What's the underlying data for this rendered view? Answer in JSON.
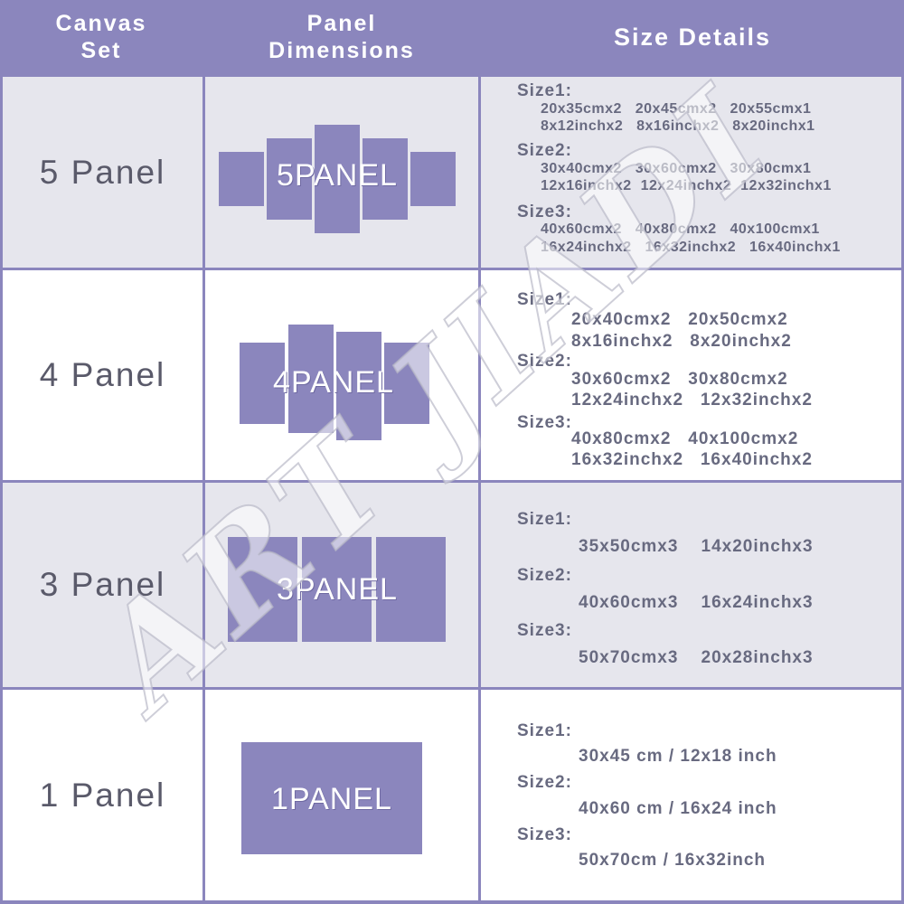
{
  "header": {
    "col1": [
      "Canvas",
      "Set"
    ],
    "col2": [
      "Panel",
      "Dimensions"
    ],
    "col3": "Size  Details"
  },
  "rows": [
    {
      "label": "5 Panel",
      "panel_text": "5PANEL",
      "details": [
        {
          "title": "Size1:",
          "lines": [
            "20x35cmx2   20x45cmx2   20x55cmx1",
            "8x12inchx2   8x16inchx2   8x20inchx1"
          ]
        },
        {
          "title": "Size2:",
          "lines": [
            "30x40cmx2   30x60cmx2   30x80cmx1",
            "12x16inchx2  12x24inchx2  12x32inchx1"
          ]
        },
        {
          "title": "Size3:",
          "lines": [
            "40x60cmx2   40x80cmx2   40x100cmx1",
            "16x24inchx2   16x32inchx2   16x40inchx1"
          ]
        }
      ]
    },
    {
      "label": "4 Panel",
      "panel_text": "4PANEL",
      "details": [
        {
          "title": "Size1:",
          "lines": [
            "20x40cmx2   20x50cmx2",
            "8x16inchx2   8x20inchx2"
          ]
        },
        {
          "title": "Size2:",
          "lines": [
            "30x60cmx2   30x80cmx2",
            "12x24inchx2   12x32inchx2"
          ]
        },
        {
          "title": "Size3:",
          "lines": [
            "40x80cmx2   40x100cmx2",
            "16x32inchx2   16x40inchx2"
          ]
        }
      ]
    },
    {
      "label": "3 Panel",
      "panel_text": "3PANEL",
      "details": [
        {
          "title": "Size1:",
          "lines": [
            "35x50cmx3    14x20inchx3"
          ]
        },
        {
          "title": "Size2:",
          "lines": [
            "40x60cmx3    16x24inchx3"
          ]
        },
        {
          "title": "Size3:",
          "lines": [
            "50x70cmx3    20x28inchx3"
          ]
        }
      ]
    },
    {
      "label": "1 Panel",
      "panel_text": "1PANEL",
      "details": [
        {
          "title": "Size1:",
          "lines": [
            "30x45 cm / 12x18 inch"
          ]
        },
        {
          "title": "Size2:",
          "lines": [
            "40x60 cm / 16x24 inch"
          ]
        },
        {
          "title": "Size3:",
          "lines": [
            "50x70cm / 16x32inch"
          ]
        }
      ]
    }
  ],
  "watermark": "ART JIADI",
  "colors": {
    "accent": "#8b86bd",
    "shade": "#e6e6ed",
    "text": "#686a80"
  }
}
